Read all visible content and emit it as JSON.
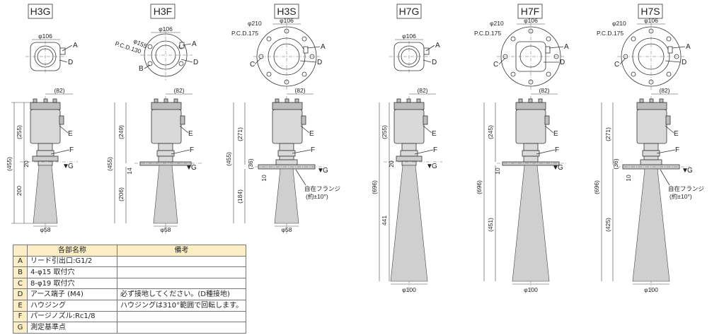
{
  "models": [
    {
      "title": "H3G",
      "top_dim": "φ106",
      "width_dim": "(82)",
      "dims": [
        "(455)",
        "(255)",
        "20",
        "200"
      ],
      "bottom_dim": "φ58"
    },
    {
      "title": "H3F",
      "top_dim": "φ106",
      "pcd_outer": "φ155",
      "pcd_inner": "P.C.D.130",
      "width_dim": "(82)",
      "dims": [
        "(455)",
        "(249)",
        "14",
        "(206)"
      ],
      "bottom_dim": "φ58"
    },
    {
      "title": "H3S",
      "top_dim": "φ106",
      "flange_dim": "φ210",
      "pcd": "P.C.D.175",
      "width_dim": "(82)",
      "dims": [
        "(455)",
        "(271)",
        "(36)",
        "10",
        "(184)"
      ],
      "bottom_dim": "φ58",
      "note": [
        "自在フランジ",
        "(約±10°)"
      ]
    },
    {
      "title": "H7G",
      "top_dim": "φ106",
      "width_dim": "(82)",
      "dims": [
        "(696)",
        "(255)",
        "20",
        "441"
      ],
      "bottom_dim": "φ100"
    },
    {
      "title": "H7F",
      "top_dim": "φ106",
      "flange_dim": "φ210",
      "pcd": "P.C.D.175",
      "width_dim": "(82)",
      "dims": [
        "(696)",
        "(245)",
        "10",
        "(451)"
      ],
      "bottom_dim": "φ100"
    },
    {
      "title": "H7S",
      "top_dim": "φ106",
      "flange_dim": "φ210",
      "pcd": "P.C.D.175",
      "width_dim": "(82)",
      "dims": [
        "(696)",
        "(271)",
        "(36)",
        "10",
        "(425)"
      ],
      "bottom_dim": "φ100",
      "note": [
        "自在フランジ",
        "(約±10°)"
      ]
    }
  ],
  "letters": {
    "A": "A",
    "B": "B",
    "C": "C",
    "D": "D",
    "E": "E",
    "F": "F",
    "G": "G"
  },
  "parts_table": {
    "headers": [
      "",
      "各部名称",
      "備考"
    ],
    "rows": [
      {
        "key": "A",
        "name": "リード引出口:G1/2",
        "note": ""
      },
      {
        "key": "B",
        "name": "4-φ15 取付穴",
        "note": ""
      },
      {
        "key": "C",
        "name": "8-φ19 取付穴",
        "note": ""
      },
      {
        "key": "D",
        "name": "アース端子 (M4)",
        "note": "必ず接地してください。(D種接地)"
      },
      {
        "key": "E",
        "name": "ハウジング",
        "note": "ハウジングは310°範囲で回転します。"
      },
      {
        "key": "F",
        "name": "パージノズル:Rc1/8",
        "note": ""
      },
      {
        "key": "G",
        "name": "測定基準点",
        "note": ""
      }
    ]
  }
}
